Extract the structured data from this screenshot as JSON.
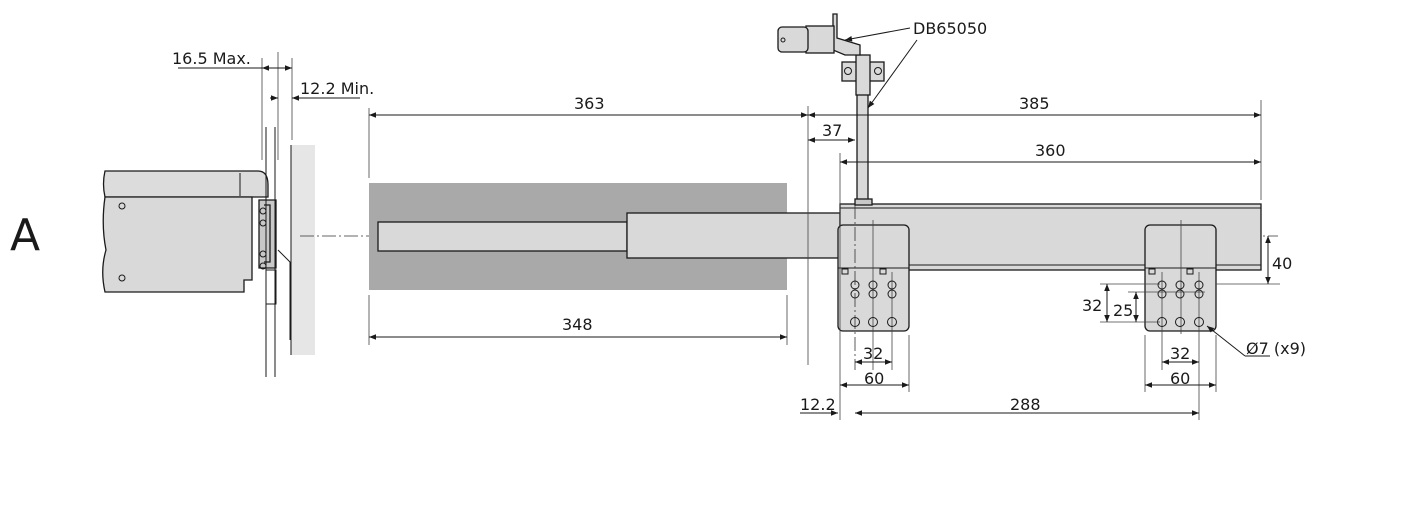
{
  "view_label": "A",
  "part_number": "DB65050",
  "dimensions": {
    "max_gap": "16.5 Max.",
    "min_gap": "12.2 Min.",
    "d363": "363",
    "d348": "348",
    "d385": "385",
    "d37": "37",
    "d360": "360",
    "d40": "40",
    "d32_vertical": "32",
    "d25": "25",
    "d32_left": "32",
    "d60_left": "60",
    "d32_right": "32",
    "d60_right": "60",
    "d12_2": "12.2",
    "d288": "288",
    "hole_spec": "Ø7 (x9)"
  },
  "colors": {
    "dark_gray": "#a9a9a9",
    "light_gray": "#d9d9d9",
    "line": "#1a1a1a"
  }
}
